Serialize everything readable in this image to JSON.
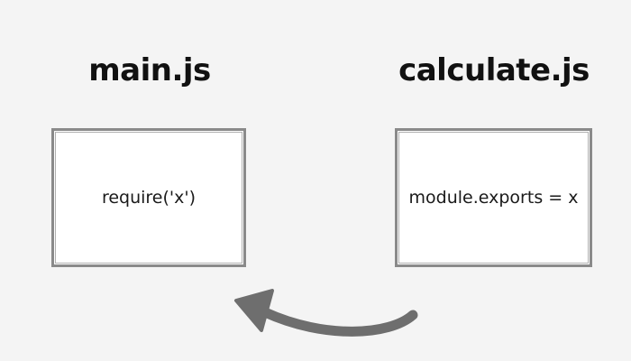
{
  "left_module": {
    "title": "main.js",
    "code": "require('x')"
  },
  "right_module": {
    "title": "calculate.js",
    "code": "module.exports = x"
  },
  "colors": {
    "background": "#f4f4f4",
    "box_border": "#8a8a8a",
    "arrow": "#6e6e6e",
    "text": "#111111"
  },
  "arrow": {
    "direction": "from calculate.js to main.js",
    "icon": "curved-arrow-left-icon"
  }
}
